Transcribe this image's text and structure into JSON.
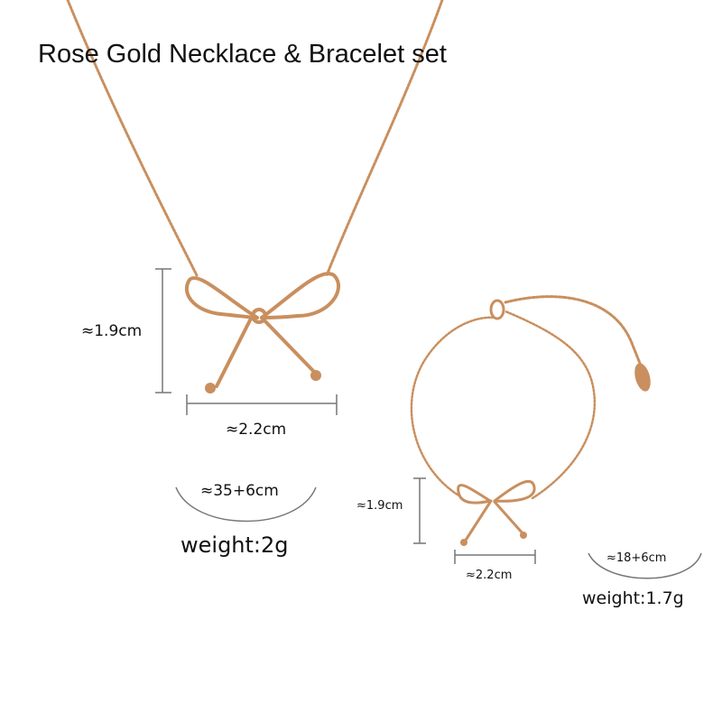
{
  "title": "Rose Gold Necklace & Bracelet set",
  "necklace": {
    "height": "≈1.9cm",
    "width": "≈2.2cm",
    "length": "≈35+6cm",
    "weight": "weight:2g"
  },
  "bracelet": {
    "height": "≈1.9cm",
    "width": "≈2.2cm",
    "length": "≈18+6cm",
    "weight": "weight:1.7g"
  },
  "colors": {
    "gold": "#c98f5e",
    "gold_dark": "#a86c3e",
    "dim_line": "#777777"
  }
}
